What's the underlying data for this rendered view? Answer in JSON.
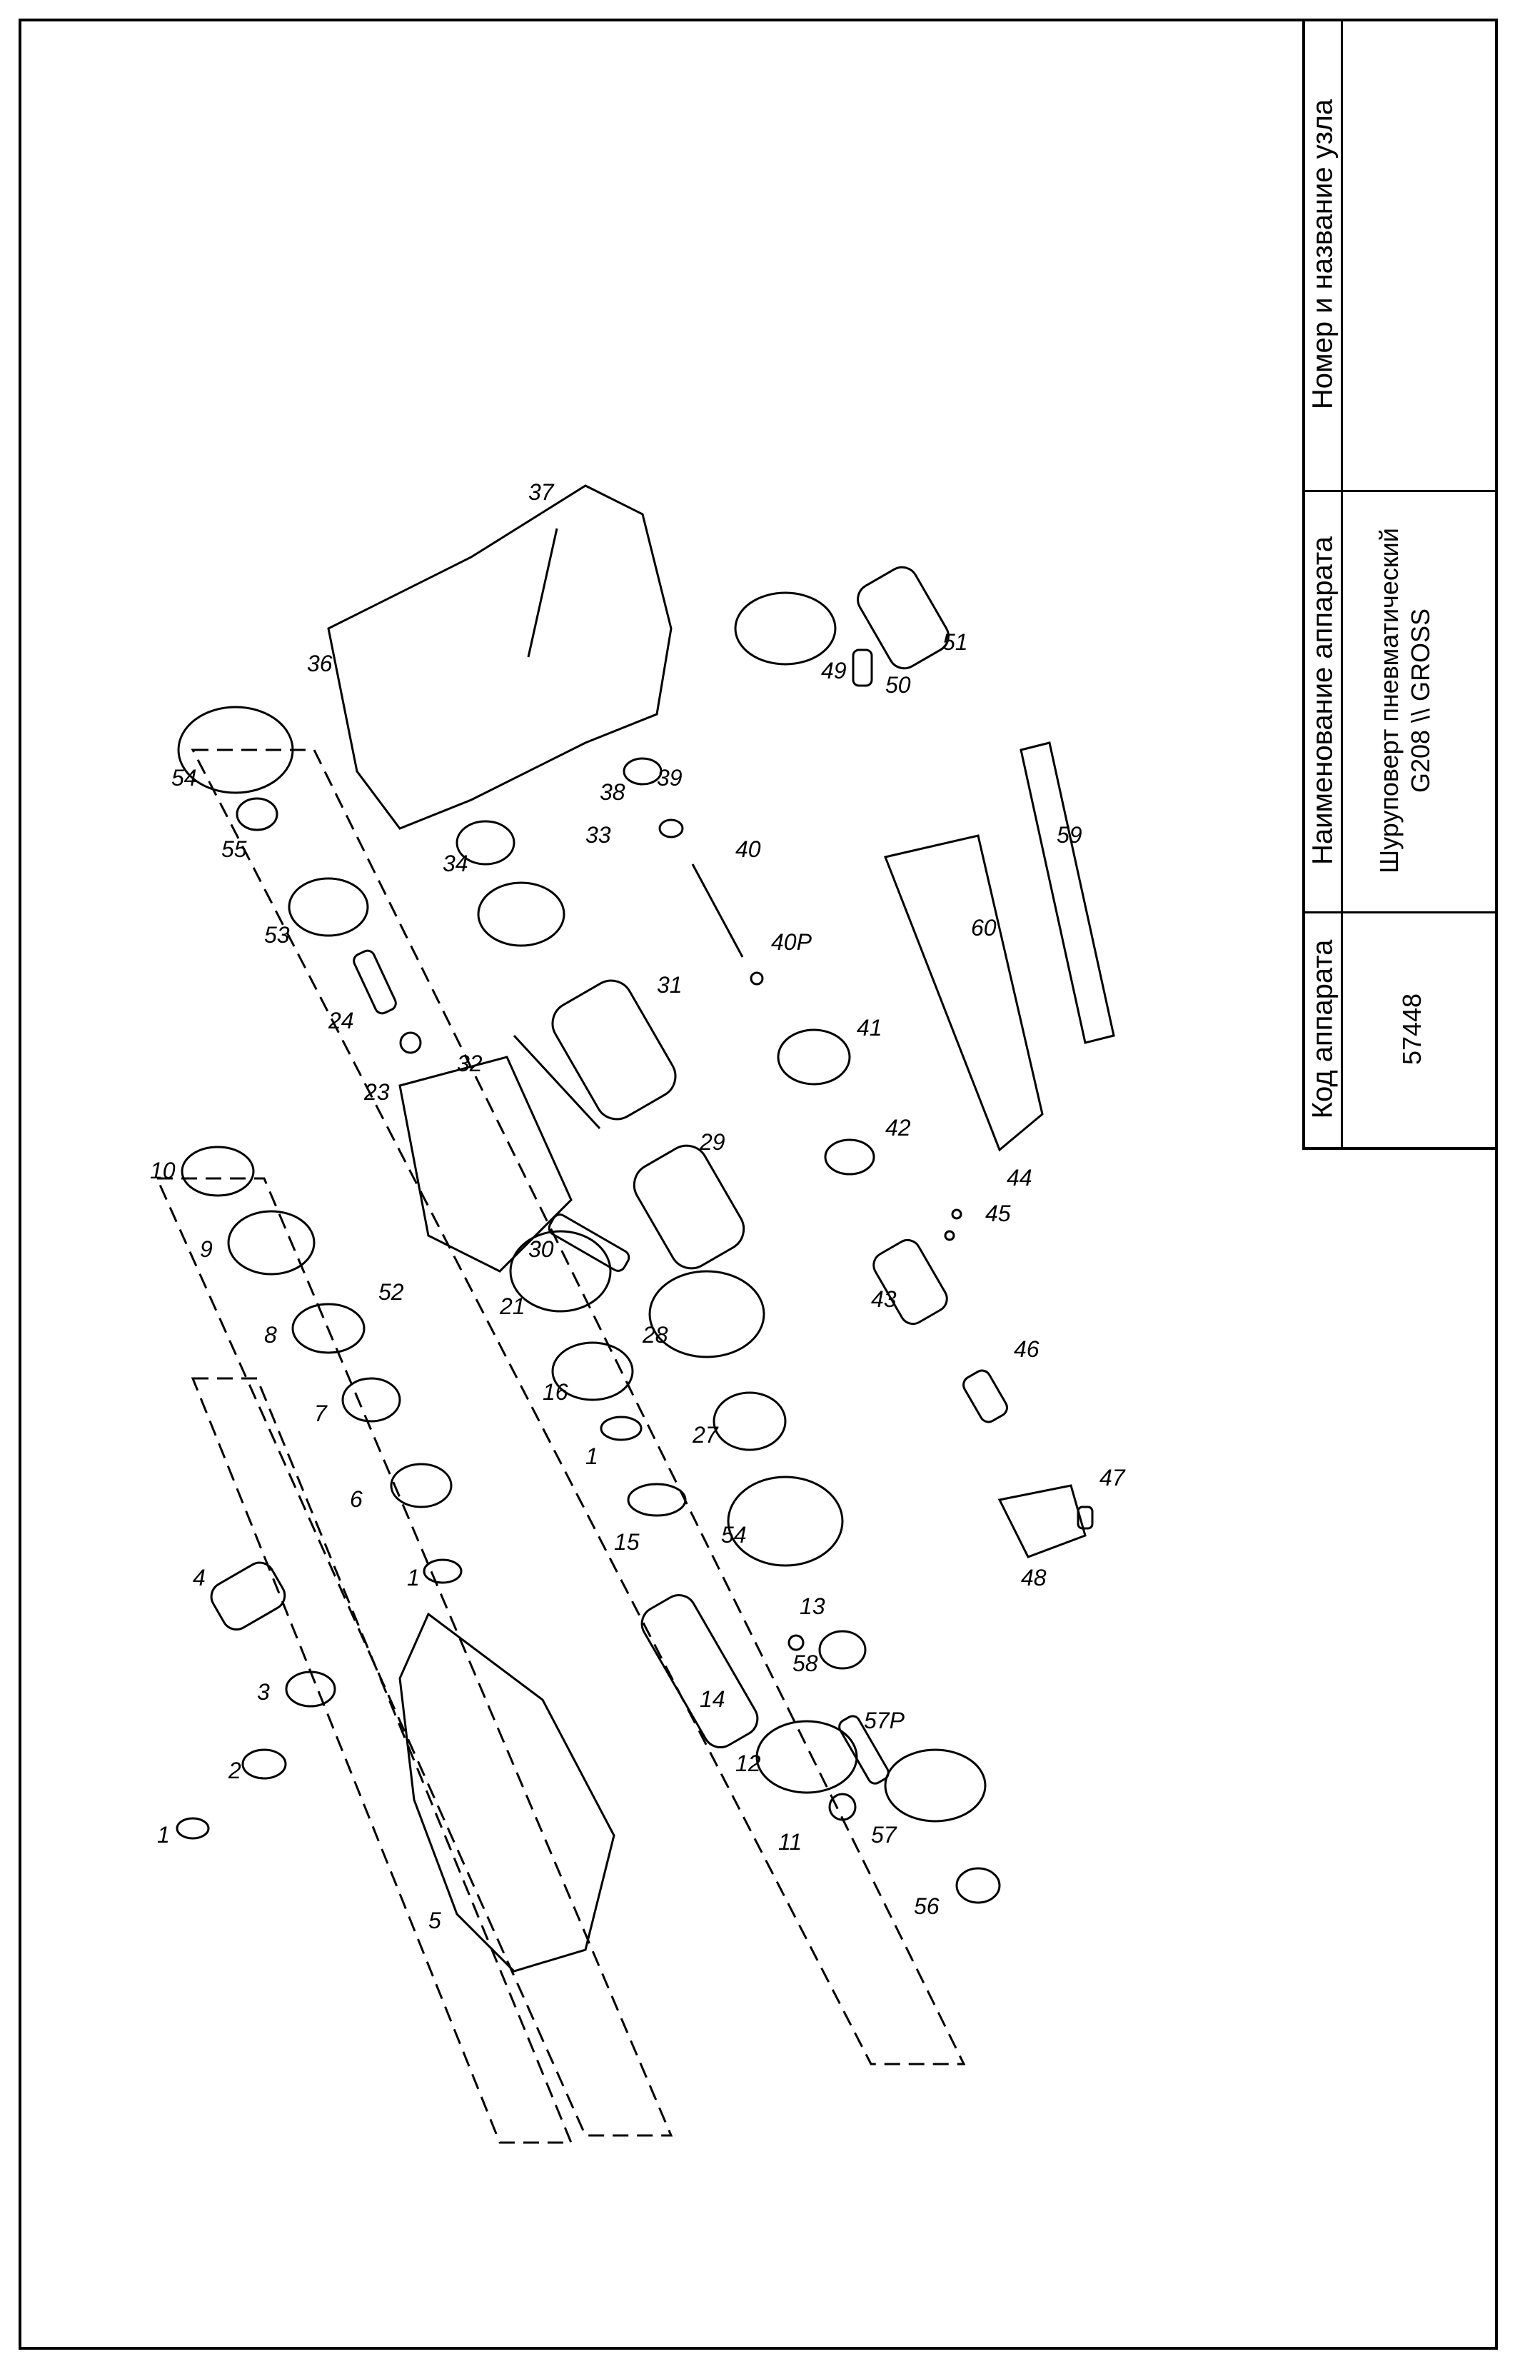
{
  "title_block": {
    "col1_header": "Код аппарата",
    "col1_value": "57448",
    "col2_header": "Наименование аппарата",
    "col2_value_line1": "Шуруповерт пневматический",
    "col2_value_line2": "G208 \\\\ GROSS",
    "col3_header": "Номер и название узла",
    "col3_value": ""
  },
  "callouts": {
    "c1a": "1",
    "c2": "2",
    "c3": "3",
    "c4": "4",
    "c5": "5",
    "c1b": "1",
    "c6": "6",
    "c7": "7",
    "c8": "8",
    "c9": "9",
    "c10": "10",
    "c11": "11",
    "c12": "12",
    "c13": "13",
    "c14": "14",
    "c15": "15",
    "c1c": "1",
    "c16": "16",
    "c21": "21",
    "c52": "52",
    "c23": "23",
    "c24": "24",
    "c53": "53",
    "c55": "55",
    "c54a": "54",
    "c56": "56",
    "c57": "57",
    "c57p": "57P",
    "c58": "58",
    "c54b": "54",
    "c27": "27",
    "c28": "28",
    "c30": "30",
    "c29": "29",
    "c32": "32",
    "c31": "31",
    "c34": "34",
    "c33": "33",
    "c38": "38",
    "c39": "39",
    "c36": "36",
    "c37": "37",
    "c40": "40",
    "c40p": "40P",
    "c41": "41",
    "c42": "42",
    "c43": "43",
    "c44": "44",
    "c45": "45",
    "c46": "46",
    "c47": "47",
    "c48": "48",
    "c49": "49",
    "c50": "50",
    "c51": "51",
    "c60": "60",
    "c59": "59"
  }
}
